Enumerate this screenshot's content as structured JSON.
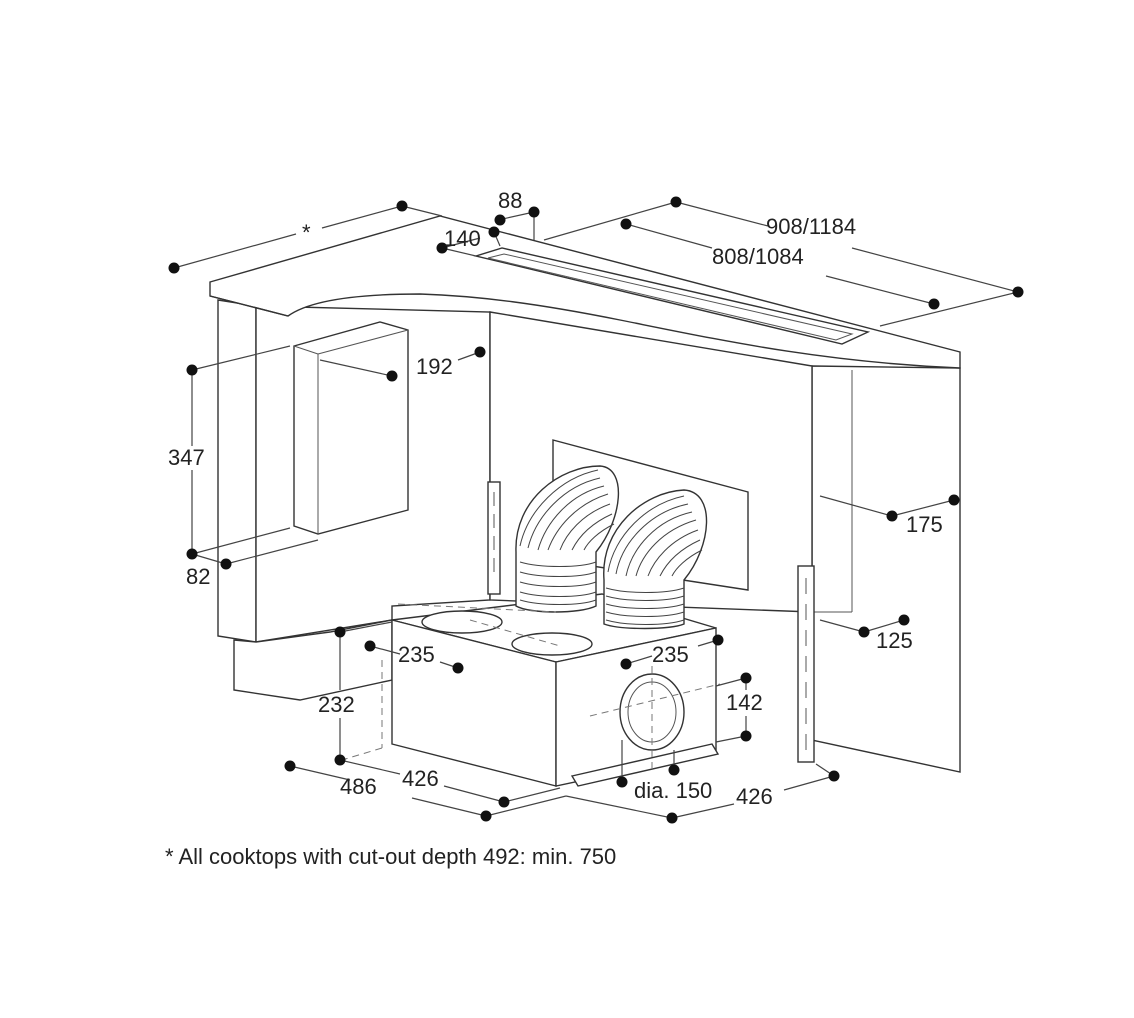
{
  "dimensions": {
    "star": "*",
    "d88": "88",
    "d140": "140",
    "d908_1184": "908/1184",
    "d808_1084": "808/1084",
    "d192": "192",
    "d347": "347",
    "d82": "82",
    "d175": "175",
    "d125": "125",
    "d235_left": "235",
    "d235_right": "235",
    "d232": "232",
    "d142": "142",
    "d486": "486",
    "d426_left": "426",
    "dia150": "dia. 150",
    "d426_right": "426"
  },
  "footnote": "* All cooktops with cut-out depth 492: min. 750"
}
